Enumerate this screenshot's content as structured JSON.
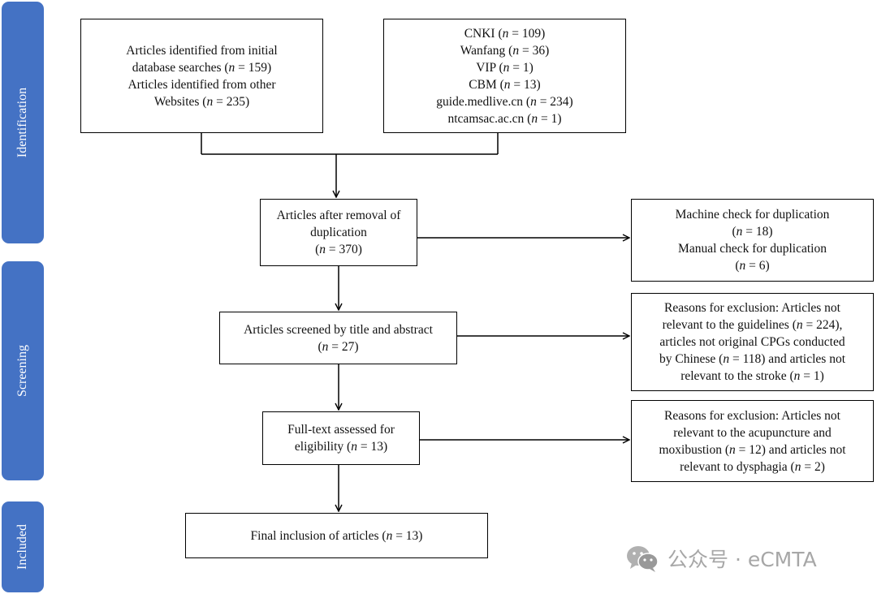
{
  "stages": [
    {
      "id": "identification",
      "label": "Identification"
    },
    {
      "id": "screening",
      "label": "Screening"
    },
    {
      "id": "included",
      "label": "Included"
    }
  ],
  "boxes": {
    "initial_search": {
      "lines": [
        {
          "text": "Articles identified from initial"
        },
        {
          "text": "database searches (",
          "n": "n",
          "rest": " = 159)"
        },
        {
          "text": "Articles identified from other"
        },
        {
          "text": "Websites (",
          "n": "n",
          "rest": " = 235)"
        }
      ]
    },
    "sources": {
      "lines": [
        {
          "text": "CNKI (",
          "n": "n",
          "rest": " = 109)"
        },
        {
          "text": "Wanfang (",
          "n": "n",
          "rest": " = 36)"
        },
        {
          "text": "VIP (",
          "n": "n",
          "rest": " = 1)"
        },
        {
          "text": "CBM (",
          "n": "n",
          "rest": " = 13)"
        },
        {
          "text": "guide.medlive.cn (",
          "n": "n",
          "rest": " = 234)"
        },
        {
          "text": "ntcamsac.ac.cn (",
          "n": "n",
          "rest": " = 1)"
        }
      ]
    },
    "after_dedup": {
      "lines": [
        {
          "text": "Articles after removal of"
        },
        {
          "text": "duplication"
        },
        {
          "text": "(",
          "n": "n",
          "rest": " = 370)"
        }
      ]
    },
    "dedup_check": {
      "lines": [
        {
          "text": "Machine check for duplication"
        },
        {
          "text": "(",
          "n": "n",
          "rest": " = 18)"
        },
        {
          "text": "Manual check for duplication"
        },
        {
          "text": "(",
          "n": "n",
          "rest": " = 6)"
        }
      ]
    },
    "screened": {
      "lines": [
        {
          "text": "Articles screened by title and abstract"
        },
        {
          "text": "(",
          "n": "n",
          "rest": " = 27)"
        }
      ]
    },
    "exclusion_screen": {
      "lines": [
        {
          "text": "Reasons for exclusion: Articles not"
        },
        {
          "text": "relevant to the guidelines (",
          "n": "n",
          "rest": " = 224),"
        },
        {
          "text": "articles not original CPGs conducted"
        },
        {
          "text": "by Chinese (",
          "n": "n",
          "rest": " = 118) and articles not"
        },
        {
          "text": "relevant to the stroke (",
          "n": "n",
          "rest": " = 1)"
        }
      ]
    },
    "fulltext": {
      "lines": [
        {
          "text": "Full-text assessed for"
        },
        {
          "text": "eligibility (",
          "n": "n",
          "rest": " = 13)"
        }
      ]
    },
    "exclusion_fulltext": {
      "lines": [
        {
          "text": "Reasons for exclusion: Articles not"
        },
        {
          "text": "relevant to the acupuncture and"
        },
        {
          "text": "moxibustion (",
          "n": "n",
          "rest": " = 12) and articles not"
        },
        {
          "text": "relevant to dysphagia (",
          "n": "n",
          "rest": " = 2)"
        }
      ]
    },
    "final": {
      "lines": [
        {
          "text": "Final inclusion of articles (",
          "n": "n",
          "rest": " = 13)"
        }
      ]
    }
  },
  "watermark": {
    "text": "公众号 · eCMTA",
    "icon": "wechat-icon"
  }
}
